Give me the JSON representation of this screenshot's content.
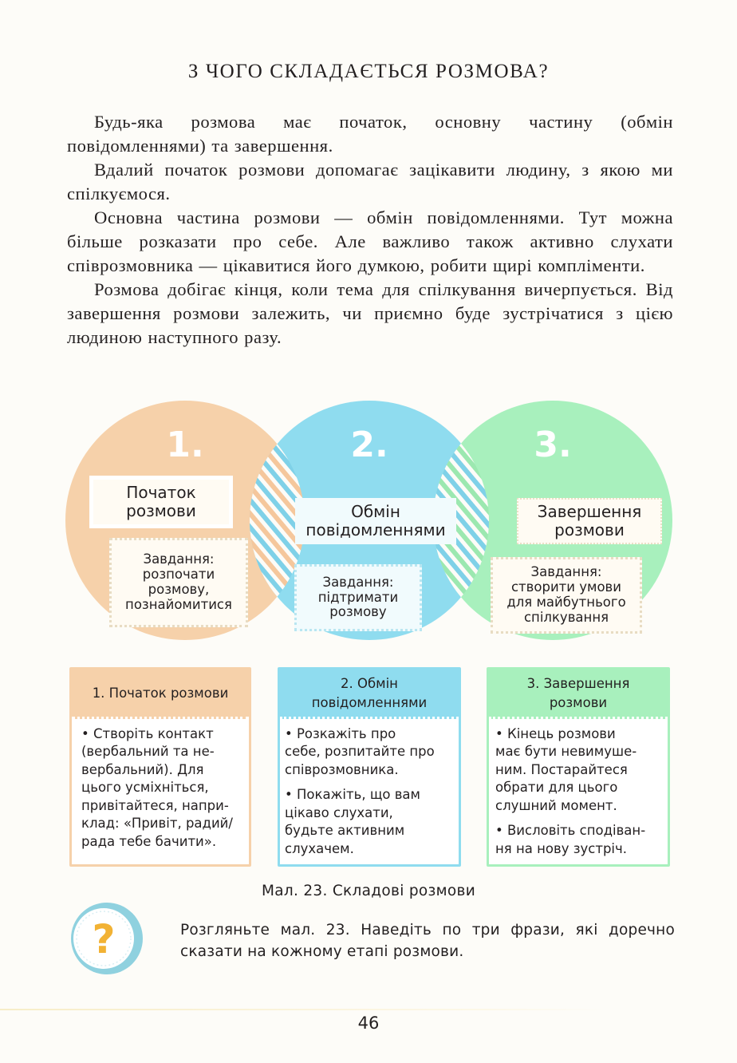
{
  "title": "З ЧОГО СКЛАДАЄТЬСЯ РОЗМОВА?",
  "paragraphs": [
    "Будь-яка розмова має початок, основну частину (обмін повідомленнями) та завершення.",
    "Вдалий початок розмови допомагає зацікавити людину, з якою ми спілкуємося.",
    "Основна частина розмови — обмін повідомленнями. Тут можна більше розказати про себе. Але важливо також активно слухати співрозмовника — цікавитися його думкою, робити щирі компліменти.",
    "Розмова добігає кінця, коли тема для спілкування вичерпується. Від завершення розмови залежить, чи приємно буде зустрічатися з цією людиною наступного разу."
  ],
  "diagram": {
    "colors": {
      "circle1": "#f6d1aa",
      "circle2": "#8fdcef",
      "circle3": "#a8f0bd",
      "stripe1": "#f5c79c",
      "stripe2": "#7fd1e8",
      "stripe3": "#9ce8b0"
    },
    "stages": [
      {
        "number": "1.",
        "label_lines": [
          "Початок",
          "розмови"
        ],
        "task_lines": [
          "Завдання:",
          "розпочати",
          "розмову,",
          "познайомитися"
        ]
      },
      {
        "number": "2.",
        "label_lines": [
          "Обмін",
          "повідомленнями"
        ],
        "task_lines": [
          "Завдання:",
          "підтримати",
          "розмову"
        ]
      },
      {
        "number": "3.",
        "label_lines": [
          "Завершення",
          "розмови"
        ],
        "task_lines": [
          "Завдання:",
          "створити умови",
          "для майбутнього",
          "спілкування"
        ]
      }
    ]
  },
  "columns": [
    {
      "head_lines": [
        "1. Початок розмови"
      ],
      "bullets": [
        [
          "• Створіть контакт",
          "(вербальний та не-",
          "вербальний). Для",
          "цього усміхніться,",
          "привітайтеся, напри-",
          "клад: «Привіт, радий/",
          "рада тебе бачити»."
        ]
      ]
    },
    {
      "head_lines": [
        "2. Обмін",
        "повідомленнями"
      ],
      "bullets": [
        [
          "• Розкажіть про",
          "себе, розпитайте про",
          "співрозмовника."
        ],
        [
          "• Покажіть, що вам",
          "цікаво слухати,",
          "будьте активним",
          "слухачем."
        ]
      ]
    },
    {
      "head_lines": [
        "3. Завершення",
        "розмови"
      ],
      "bullets": [
        [
          "• Кінець розмови",
          "має бути невимуше-",
          "ним. Постарайтеся",
          "обрати для цього",
          "слушний момент."
        ],
        [
          "• Висловіть сподіван-",
          "ня на нову зустріч."
        ]
      ]
    }
  ],
  "caption": "Мал. 23. Складові розмови",
  "question_icon": {
    "symbol": "?",
    "icon": "question-icon",
    "colors": {
      "ring": "#8fd1df",
      "mark": "#f2b234"
    }
  },
  "question_text": "Розгляньте мал. 23. Наведіть по три фрази, які доречно сказати на кожному етапі розмови.",
  "page_number": "46"
}
